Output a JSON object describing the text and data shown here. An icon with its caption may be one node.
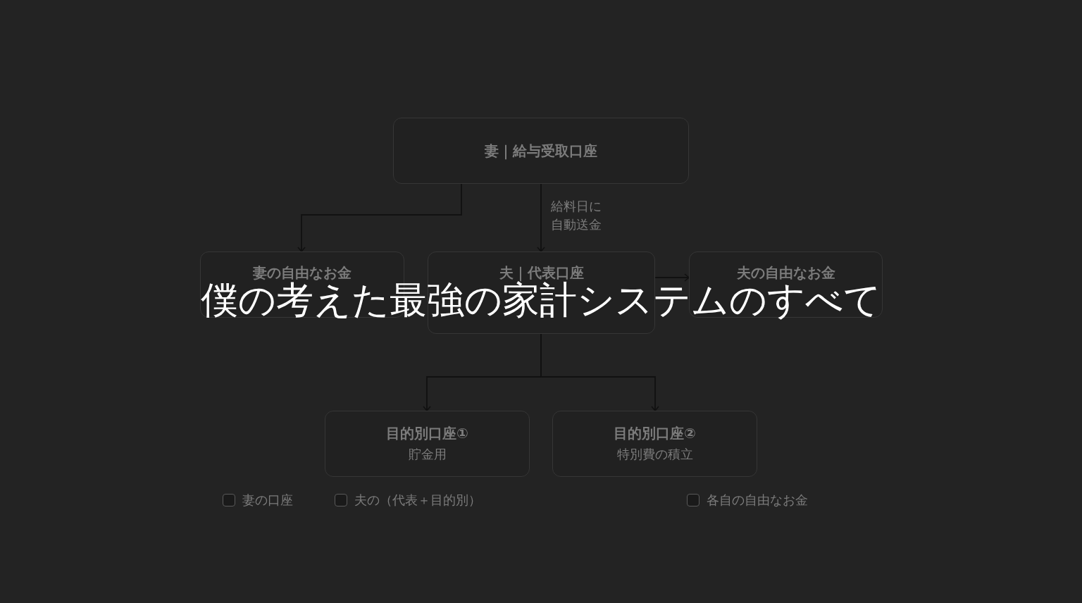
{
  "diagram": {
    "title": "僕の考えた最強の家計システムのすべて",
    "nodes": [
      {
        "text": [
          "妻｜給与受取口座"
        ]
      },
      {
        "text": [
          "妻の自由なお金"
        ]
      },
      {
        "text": [
          "夫｜代表口座"
        ]
      },
      {
        "text": [
          "夫の自由なお金"
        ]
      },
      {
        "text": [
          "目的別口座①",
          "貯金用"
        ]
      },
      {
        "text": [
          "目的別口座②",
          "特別費の積立"
        ]
      }
    ],
    "edges": [
      {
        "from": 0,
        "to": 1,
        "arrow": "to"
      },
      {
        "from": 0,
        "to": 2,
        "arrow": "to",
        "label": "給料日に自動送金"
      },
      {
        "from": 2,
        "to": 3,
        "arrow": "to"
      },
      {
        "from": 2,
        "to": 4,
        "arrow": "to"
      },
      {
        "from": 2,
        "to": 5,
        "arrow": "to"
      }
    ],
    "legend": [
      {
        "text": "妻の口座",
        "color": "#1a1a1a"
      },
      {
        "text": "夫の（代表＋目的別）",
        "color": "#1a1a1a"
      },
      {
        "text": "各自の自由なお金",
        "color": "#1a1a1a"
      }
    ]
  }
}
